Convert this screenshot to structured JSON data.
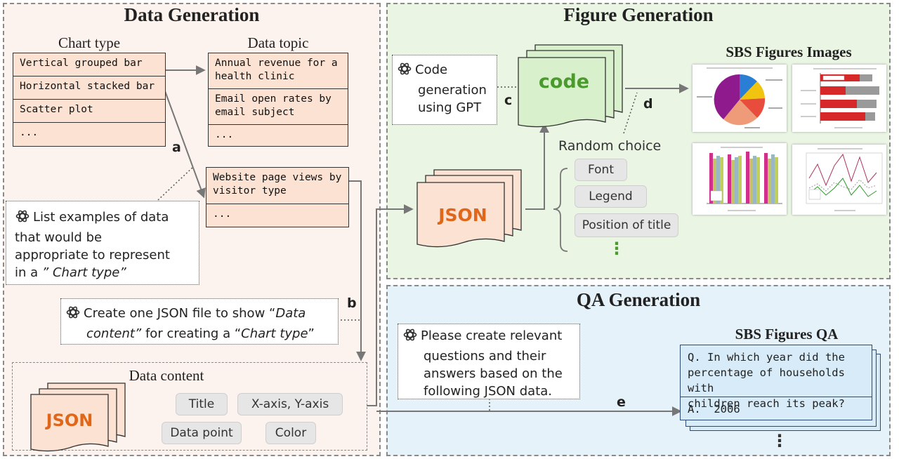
{
  "panels": {
    "data_generation": "Data Generation",
    "figure_generation": "Figure Generation",
    "qa_generation": "QA Generation"
  },
  "chart_type": {
    "title": "Chart type",
    "items": [
      "Vertical grouped bar",
      "Horizontal stacked bar",
      "Scatter plot",
      "..."
    ]
  },
  "data_topic": {
    "title": "Data topic",
    "group1": [
      "Annual revenue for a health clinic",
      "Email open rates by email subject",
      "..."
    ],
    "group2": [
      "Website page views by visitor type",
      "..."
    ]
  },
  "prompts": {
    "list_examples": [
      "List examples of data",
      "that would be",
      "appropriate to represent",
      "in a ",
      "” Chart type”"
    ],
    "create_json": [
      "Create one JSON file to show “",
      "Data",
      "content”",
      " for creating a “",
      "Chart type",
      "”"
    ],
    "code_generation": [
      "Code",
      "generation",
      "using GPT"
    ],
    "qa_prompt": [
      "Please create relevant",
      "questions and their",
      "answers based on the",
      "following JSON data."
    ]
  },
  "data_content": {
    "title": "Data content",
    "json_label": "JSON",
    "chips": [
      "Title",
      "X-axis, Y-axis",
      "Data point",
      "Color"
    ]
  },
  "figure_generation": {
    "json_label": "JSON",
    "code_label": "code",
    "random_choice": "Random choice",
    "options": [
      "Font",
      "Legend",
      "Position of title"
    ],
    "more": "⋮",
    "images_title": "SBS Figures Images"
  },
  "qa": {
    "title": "SBS Figures QA",
    "question": [
      "Q. In which year did the",
      "percentage of households with",
      "children reach its peak?"
    ],
    "answer": "A.  2006",
    "more": "⋮"
  },
  "step_labels": {
    "a": "a",
    "b": "b",
    "c": "c",
    "d": "d",
    "e": "e"
  },
  "colors": {
    "data_panel_bg": "#fdf3ee",
    "figure_panel_bg": "#eaf5e4",
    "qa_panel_bg": "#e6f2f9",
    "json_fill": "#fbe2d2",
    "json_text": "#e0661a",
    "code_fill": "#d9f0cc",
    "code_text": "#4b9a2e",
    "qa_box": "#d7ecf8"
  }
}
